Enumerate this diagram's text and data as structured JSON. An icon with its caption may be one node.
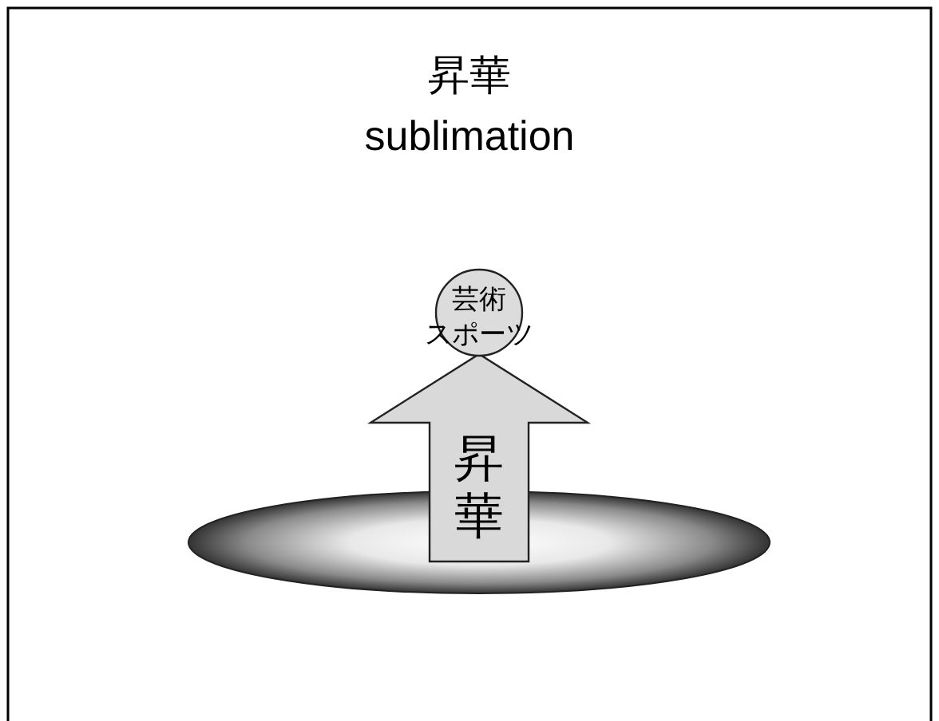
{
  "diagram": {
    "title": "昇華 sublimation",
    "nodes": [
      {
        "text": [],
        "shape": "ellipse"
      },
      {
        "text": [
          "芸術スポーツ"
        ]
      }
    ],
    "edges": [
      {
        "from": 0,
        "to": 1,
        "arrow": "to",
        "label": "昇華"
      }
    ]
  }
}
